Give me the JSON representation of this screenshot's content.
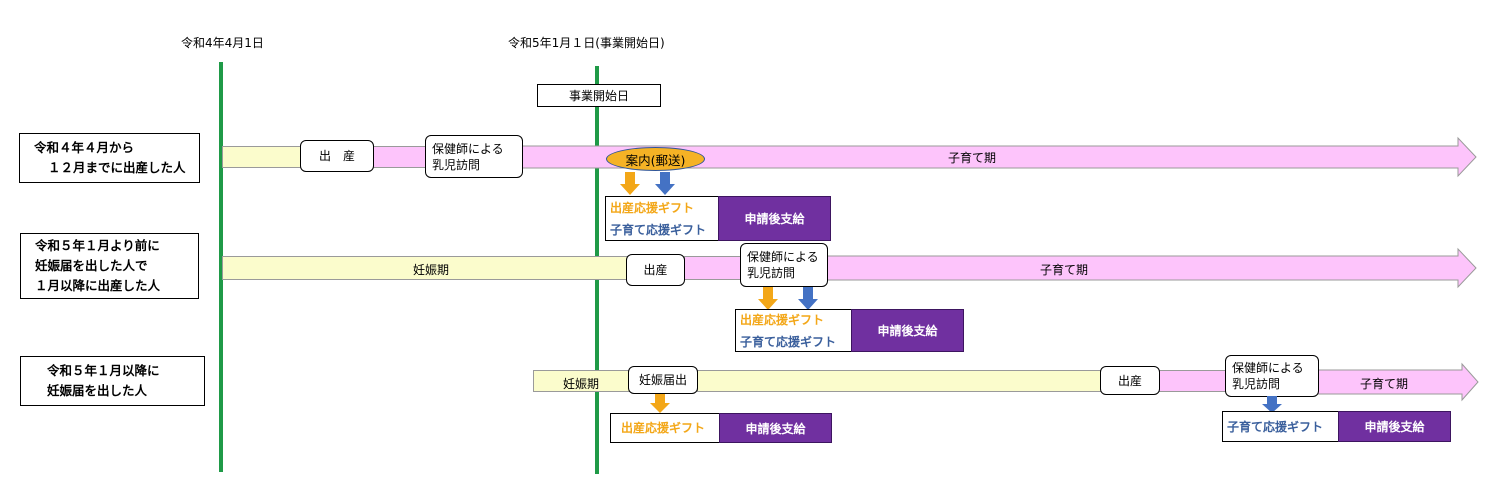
{
  "timeline": {
    "date1_label": "令和4年4月1日",
    "date2_label": "令和5年1月１日(事業開始日)",
    "start_marker": "事業開始日"
  },
  "rows": [
    {
      "label_lines": [
        "令和４年４月から",
        "１２月までに出産した人"
      ],
      "birth": "出　産",
      "visit_lines": [
        "保健師による",
        "乳児訪問"
      ],
      "notice": "案内(郵送)",
      "childcare": "子育て期",
      "gift_birth": "出産応援ギフト",
      "gift_child": "子育て応援ギフト",
      "payment": "申請後支給"
    },
    {
      "label_lines": [
        "令和５年１月より前に",
        "妊娠届を出した人で",
        "１月以降に出産した人"
      ],
      "pregnancy": "妊娠期",
      "birth": "出産",
      "visit_lines": [
        "保健師による",
        "乳児訪問"
      ],
      "childcare": "子育て期",
      "gift_birth": "出産応援ギフト",
      "gift_child": "子育て応援ギフト",
      "payment": "申請後支給"
    },
    {
      "label_lines": [
        "令和５年１月以降に",
        "妊娠届を出した人"
      ],
      "pregnancy": "妊娠期",
      "notification": "妊娠届出",
      "birth": "出産",
      "visit_lines": [
        "保健師による",
        "乳児訪問"
      ],
      "childcare": "子育て期",
      "gift_birth": "出産応援ギフト",
      "payment_birth": "申請後支給",
      "gift_child": "子育て応援ギフト",
      "payment_child": "申請後支給"
    }
  ],
  "colors": {
    "timeline_line": "#1f9a47",
    "pregnancy_bar": "#fbfccc",
    "childcare_bar": "#fdc4fb",
    "birth_gift_text": "#f3a718",
    "child_gift_text": "#3a5f9c",
    "payment_box": "#7030a0",
    "notice_ellipse": "#f5b225"
  }
}
